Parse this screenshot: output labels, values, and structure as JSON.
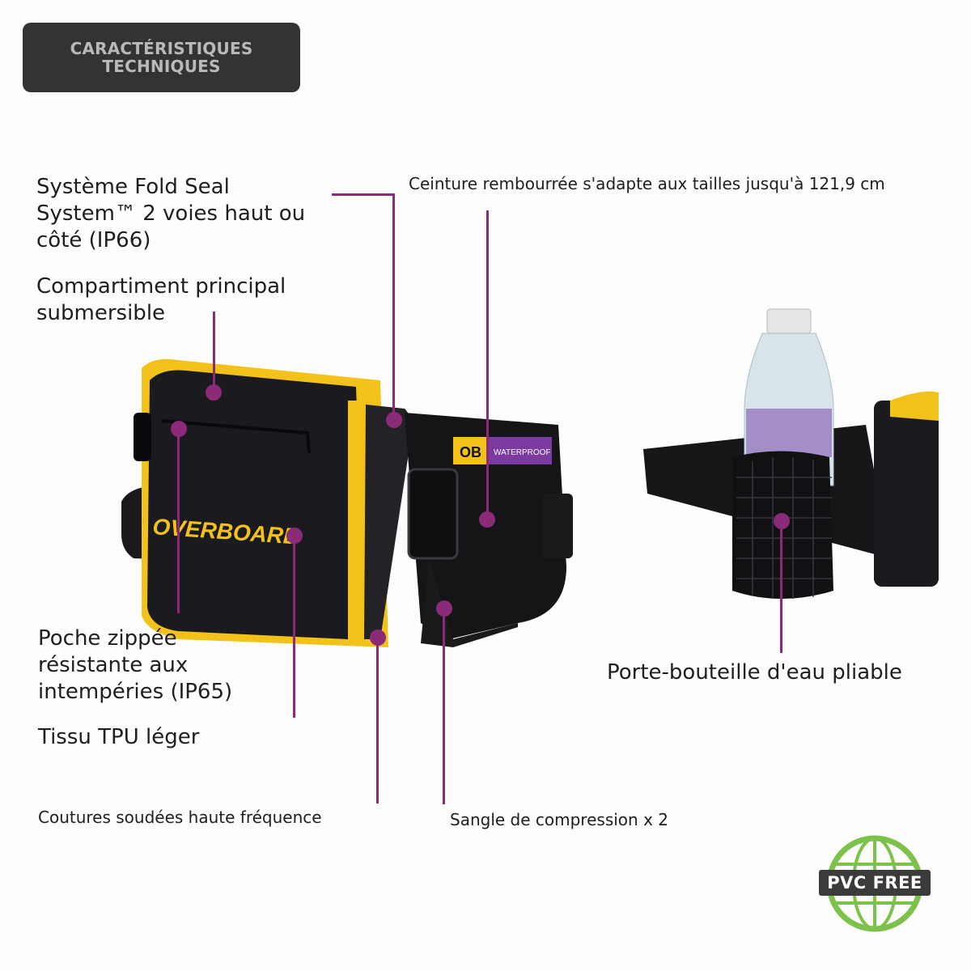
{
  "badge": {
    "line1": "CARACTÉRISTIQUES",
    "line2": "TECHNIQUES"
  },
  "labels": {
    "fold_seal": [
      "Système Fold Seal",
      "System™ 2 voies haut ou",
      "côté (IP66)"
    ],
    "main_compartment": [
      "Compartiment principal",
      "submersible"
    ],
    "belt": "Ceinture rembourrée s'adapte aux tailles jusqu'à 121,9 cm",
    "zip_pocket": [
      "Poche zippée",
      "résistante aux",
      "intempéries (IP65)"
    ],
    "tpu": "Tissu TPU léger",
    "seams": "Coutures soudées haute fréquence",
    "strap": "Sangle de compression x 2",
    "bottle_holder": "Porte-bouteille d'eau pliable"
  },
  "bag_text": {
    "brand": "OVERBOARD",
    "tag_logo": "OB",
    "tag_word": "WATERPROOF"
  },
  "pvc_badge": "PVC FREE",
  "colors": {
    "accent": "#8b2a77",
    "badge_bg": "#333333",
    "bag_yellow": "#f2c21b",
    "bag_black": "#1b1b1f",
    "eco_green": "#7cc24a"
  }
}
